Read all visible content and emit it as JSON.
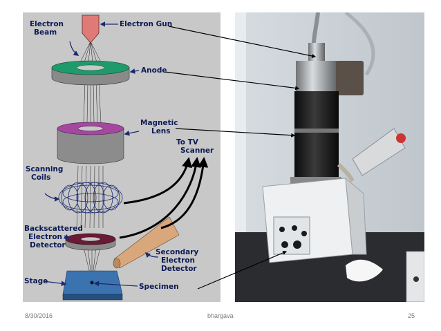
{
  "diagram": {
    "labels": {
      "electron_beam_1": "Electron",
      "electron_beam_2": "Beam",
      "electron_gun": "Electron Gun",
      "anode": "Anode",
      "magnetic_lens_1": "Magnetic",
      "magnetic_lens_2": "Lens",
      "to_tv_1": "To TV",
      "to_tv_2": "Scanner",
      "scanning_coils_1": "Scanning",
      "scanning_coils_2": "Coils",
      "backscattered_1": "Backscattered",
      "backscattered_2": "Electron",
      "backscattered_3": "Detector",
      "secondary_1": "Secondary",
      "secondary_2": "Electron",
      "secondary_3": "Detector",
      "stage": "Stage",
      "specimen": "Specimen"
    },
    "colors": {
      "background": "#c8c8c8",
      "label": "#0d1a55",
      "anode_top": "#1f9a6a",
      "lens_top": "#a347a0",
      "detector_top": "#6b1a34",
      "gun": "#e07a76",
      "stage": "#3a73b0",
      "secondary_detector": "#d9a77c"
    }
  },
  "footer": {
    "date": "8/30/2016",
    "author": "bhargava",
    "page": "25"
  }
}
